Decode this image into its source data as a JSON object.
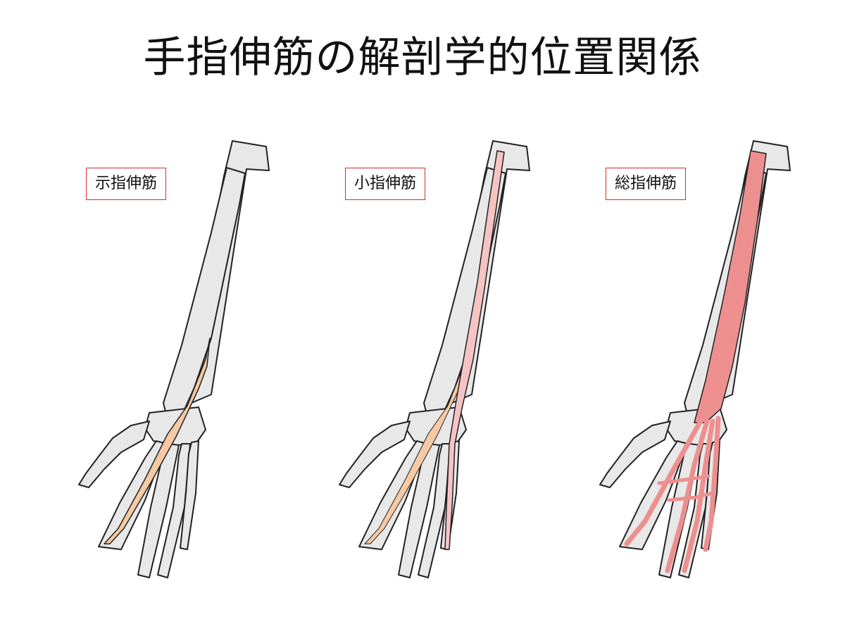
{
  "title": "手指伸筋の解剖学的位置関係",
  "colors": {
    "bone_fill": "#e8e8e8",
    "outline": "#222222",
    "label_border": "#d0302a",
    "extensor_indicis": "#f5c9a3",
    "extensor_digiti_minimi": "#f6c3c3",
    "extensor_digitorum": "#ee8f8f"
  },
  "panels": [
    {
      "label": "示指伸筋",
      "muscle": "extensor_indicis"
    },
    {
      "label": "小指伸筋",
      "muscle": "extensor_digiti_minimi"
    },
    {
      "label": "総指伸筋",
      "muscle": "extensor_digitorum"
    }
  ]
}
